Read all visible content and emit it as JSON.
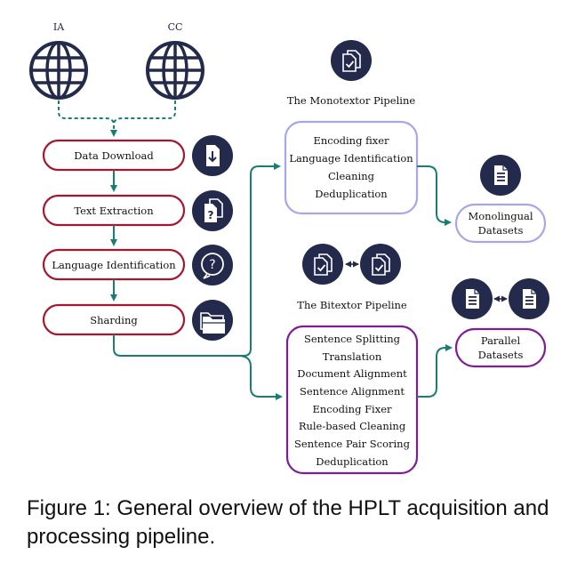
{
  "sources": [
    "IA",
    "CC"
  ],
  "steps": [
    "Data Download",
    "Text Extraction",
    "Language Identification",
    "Sharding"
  ],
  "monotextor": {
    "title": "The Monotextor Pipeline",
    "steps": [
      "Encoding fixer",
      "Language Identification",
      "Cleaning",
      "Deduplication"
    ]
  },
  "bitextor": {
    "title": "The Bitextor Pipeline",
    "steps": [
      "Sentence Splitting",
      "Translation",
      "Document Alignment",
      "Sentence Alignment",
      "Encoding Fixer",
      "Rule-based Cleaning",
      "Sentence Pair Scoring",
      "Deduplication"
    ]
  },
  "outputs": {
    "monolingual": [
      "Monolingual",
      "Datasets"
    ],
    "parallel": [
      "Parallel",
      "Datasets"
    ]
  },
  "icons": [
    "globe-icon",
    "download-icon",
    "document-stack-icon",
    "question-bubble-icon",
    "folders-icon",
    "checked-document-icon",
    "document-icon"
  ],
  "colors": {
    "navy": "#232a4b",
    "teal": "#1a7d73",
    "red": "#a3182f",
    "lavender": "#a7a6ea",
    "purple": "#7e1d93"
  },
  "caption": "Figure 1: General overview of the HPLT acquisition and processing pipeline."
}
